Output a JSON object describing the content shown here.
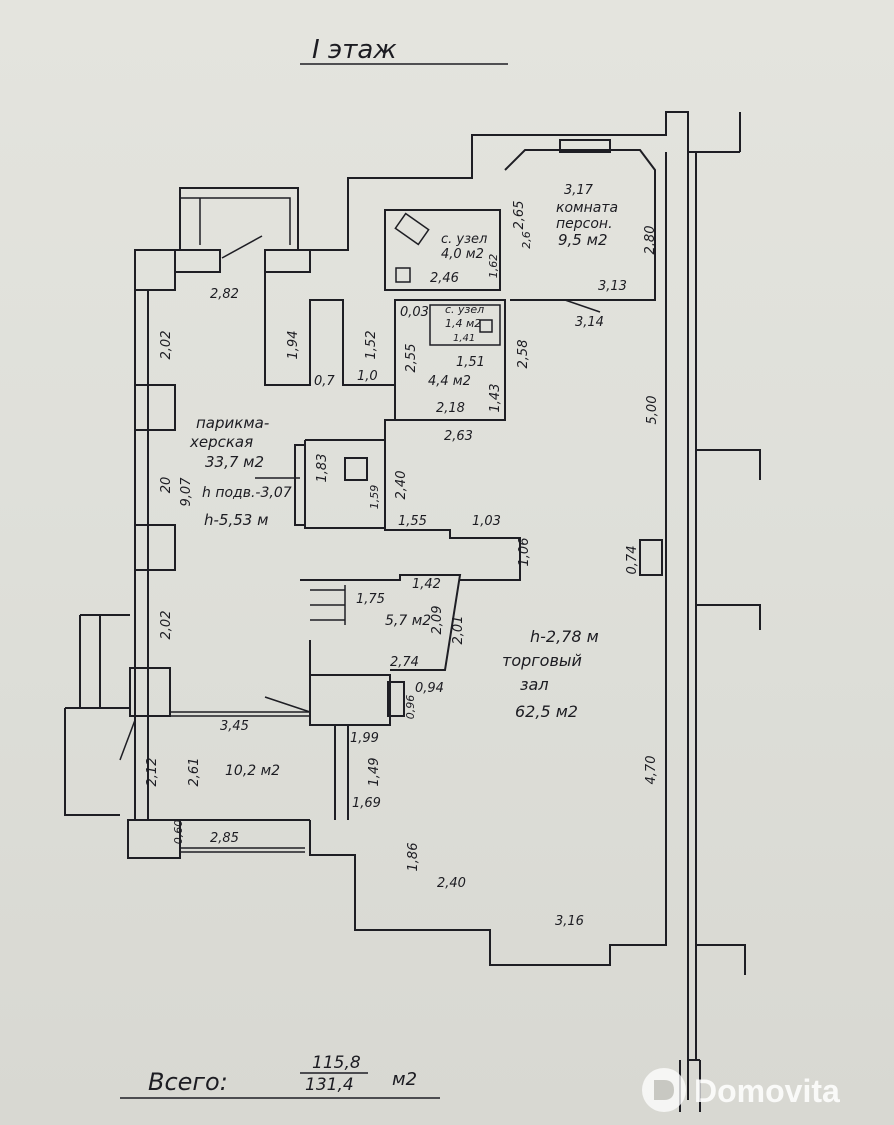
{
  "header": {
    "title": "I этаж"
  },
  "rooms": {
    "hairdresser": {
      "name1": "парикма-",
      "name2": "херская",
      "area": "33,7 м2",
      "basement_h": "h подв.-3,07",
      "height": "h-5,53 м"
    },
    "sales_hall": {
      "height": "h-2,78 м",
      "name1": "торговый",
      "name2": "зал",
      "area": "62,5 м2"
    },
    "staff_room": {
      "name1": "комната",
      "name2": "персон.",
      "area": "9,5 м2"
    },
    "wc_big": {
      "name": "с. узел",
      "area": "4,0 м2"
    },
    "wc_small": {
      "name": "с. узел",
      "area": "1,4 м2"
    },
    "corridor": {
      "area": "4,4 м2"
    },
    "stair_room": {
      "area": "5,7 м2"
    },
    "room_10": {
      "area": "10,2 м2"
    }
  },
  "dims": {
    "d282": "2,82",
    "d202a": "2,02",
    "d907": "9,07",
    "d20": "20",
    "d202b": "2,02",
    "d194": "1,94",
    "d07": "0,7",
    "d152": "1,52",
    "d10": "1,0",
    "d255": "2,55",
    "d003": "0,03",
    "d141": "1,41",
    "d151": "1,51",
    "d218": "2,18",
    "d143": "1,43",
    "d258": "2,58",
    "d263": "2,63",
    "d246": "2,46",
    "d162": "1,62",
    "d265": "2,65",
    "d26": "2,6",
    "d317": "3,17",
    "d280": "2,80",
    "d313": "3,13",
    "d314": "3,14",
    "d500": "5,00",
    "d183": "1,83",
    "d159": "1,59",
    "d240a": "2,40",
    "d155": "1,55",
    "d103": "1,03",
    "d106": "1,06",
    "d074": "0,74",
    "d175": "1,75",
    "d142": "1,42",
    "d209": "2,09",
    "d201": "2,01",
    "d274": "2,74",
    "d094": "0,94",
    "d096": "0,96",
    "d345": "3,45",
    "d199": "1,99",
    "d149": "1,49",
    "d212": "2,12",
    "d261": "2,61",
    "d169": "1,69",
    "d060": "0,60",
    "d285": "2,85",
    "d186": "1,86",
    "d240b": "2,40",
    "d316": "3,16",
    "d470": "4,70"
  },
  "footer": {
    "label": "Всего:",
    "num_top": "115,8",
    "num_bottom": "131,4",
    "unit": "м2"
  },
  "watermark": {
    "text": "Domovita"
  },
  "colors": {
    "paper": "#e0e0da",
    "ink": "#1e1e24"
  }
}
